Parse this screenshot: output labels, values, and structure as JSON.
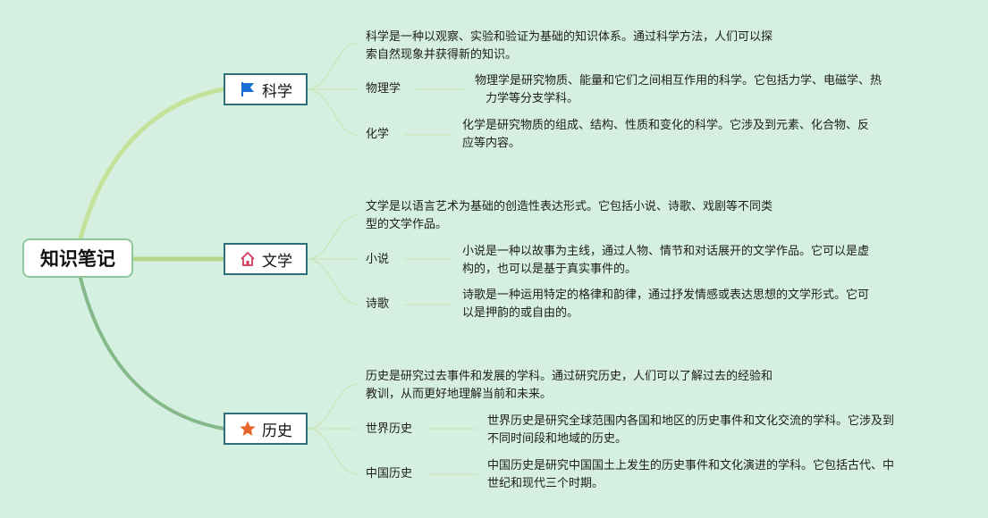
{
  "root": {
    "title": "知识笔记"
  },
  "branches": [
    {
      "title": "科学",
      "icon": "flag-icon",
      "description": [
        "科学是一种以观察、实验和验证为基础的知识体系。通过科学方法，人们可以探",
        "索自然现象并获得新的知识。"
      ],
      "children": [
        {
          "label": "物理学",
          "text": [
            "物理学是研究物质、能量和它们之间相互作用的科学。它包括力学、电磁学、热",
            "力学等分支学科。"
          ]
        },
        {
          "label": "化学",
          "text": [
            "化学是研究物质的组成、结构、性质和变化的科学。它涉及到元素、化合物、反",
            "应等内容。"
          ]
        }
      ]
    },
    {
      "title": "文学",
      "icon": "home-icon",
      "description": [
        "文学是以语言艺术为基础的创造性表达形式。它包括小说、诗歌、戏剧等不同类",
        "型的文学作品。"
      ],
      "children": [
        {
          "label": "小说",
          "text": [
            "小说是一种以故事为主线，通过人物、情节和对话展开的文学作品。它可以是虚",
            "构的，也可以是基于真实事件的。"
          ]
        },
        {
          "label": "诗歌",
          "text": [
            "诗歌是一种运用特定的格律和韵律，通过抒发情感或表达思想的文学形式。它可",
            "以是押韵的或自由的。"
          ]
        }
      ]
    },
    {
      "title": "历史",
      "icon": "star-icon",
      "description": [
        "历史是研究过去事件和发展的学科。通过研究历史，人们可以了解过去的经验和",
        "教训，从而更好地理解当前和未来。"
      ],
      "children": [
        {
          "label": "世界历史",
          "text": [
            "世界历史是研究全球范围内各国和地区的历史事件和文化交流的学科。它涉及到",
            "不同时间段和地域的历史。"
          ]
        },
        {
          "label": "中国历史",
          "text": [
            "中国历史是研究中国国土上发生的历史事件和文化演进的学科。它包括古代、中",
            "世纪和现代三个时期。"
          ]
        }
      ]
    }
  ],
  "colors": {
    "background": "#d5efe0",
    "branch_border": "#2f6f7a",
    "line_science": "#c5e29a",
    "line_literature": "#b4d78c",
    "line_history": "#86b98a",
    "thin_line": "#c9e7bb",
    "flag": "#1a6fd6",
    "home": "#d23a5a",
    "star": "#e6662a"
  }
}
